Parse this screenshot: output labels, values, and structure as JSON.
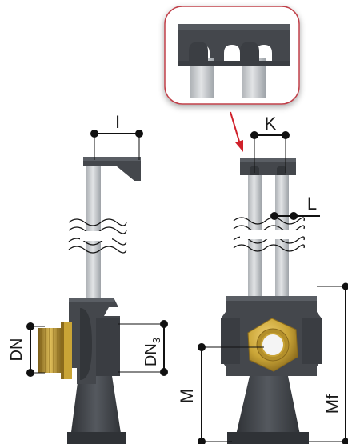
{
  "labels": {
    "I": "I",
    "K": "K",
    "L": "L",
    "DN": "DN",
    "DN3_main": "DN",
    "DN3_sub": "3",
    "M": "M",
    "Mf": "Mf"
  },
  "colors": {
    "body": "#44474c",
    "body_dark": "#2f3236",
    "body_light": "#6a6e74",
    "tube": "#c9ccd0",
    "tube_shadow": "#9ea3a8",
    "brass": "#c9a436",
    "brass_dark": "#8a6a1c",
    "callout_border": "#c0404a",
    "arrow": "#d0202a",
    "dimension": "#111111"
  },
  "icons": {
    "callout_arrow": "red-arrow-icon",
    "break_mark": "wavy-break-icon"
  }
}
